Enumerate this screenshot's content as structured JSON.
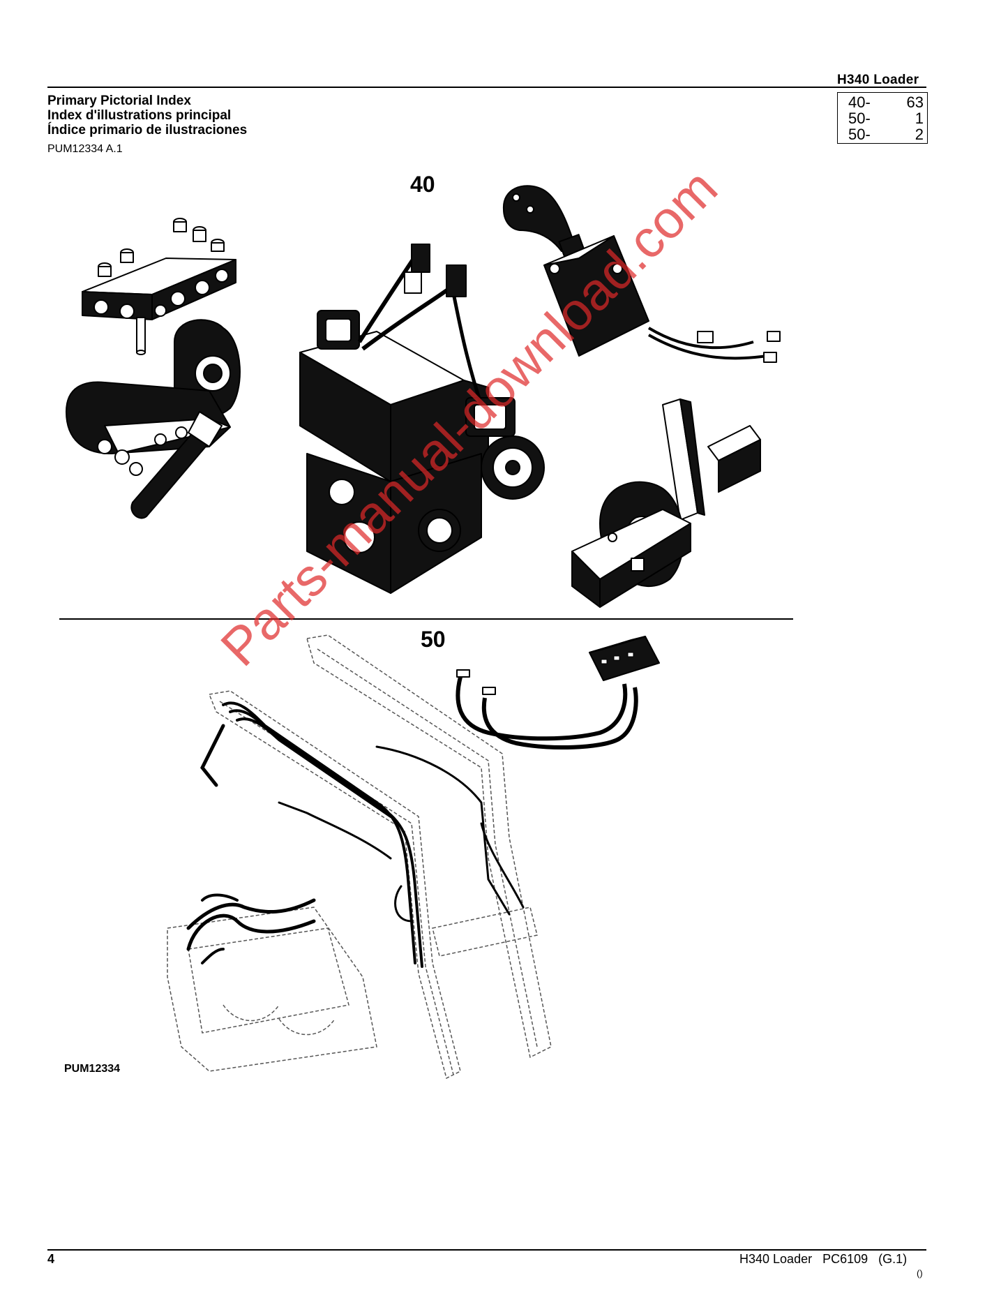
{
  "header": {
    "product": "H340  Loader",
    "titles": [
      "Primary Pictorial Index",
      "Index d'illustrations principal",
      "Índice primario de ilustraciones"
    ],
    "figure_ref": "PUM12334 A.1"
  },
  "index_box": [
    {
      "section": "40-",
      "page": "63"
    },
    {
      "section": "50-",
      "page": "1"
    },
    {
      "section": "50-",
      "page": "2"
    }
  ],
  "illustration": {
    "section_top": "40",
    "section_bottom": "50",
    "figure_id": "PUM12334"
  },
  "watermark": "Parts-manual-download.com",
  "footer": {
    "page": "4",
    "right": "H340 Loader   PC6109   (G.1)",
    "tiny": "()"
  }
}
